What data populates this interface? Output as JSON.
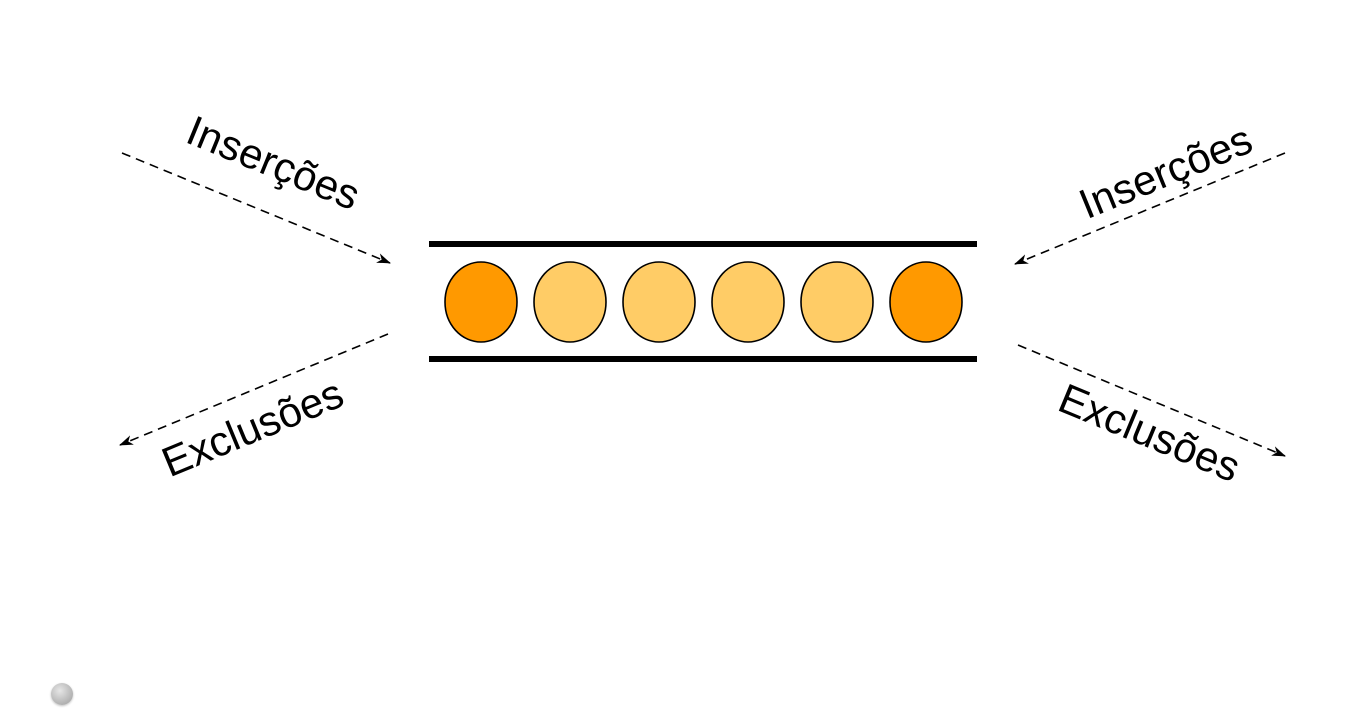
{
  "labels": {
    "left_insert": "Inserções",
    "left_delete": "Exclusões",
    "right_insert": "Inserções",
    "right_delete": "Exclusões"
  },
  "elements": [
    {
      "kind": "end"
    },
    {
      "kind": "middle"
    },
    {
      "kind": "middle"
    },
    {
      "kind": "middle"
    },
    {
      "kind": "middle"
    },
    {
      "kind": "end"
    }
  ],
  "colors": {
    "end": "#ff9900",
    "middle": "#ffcc66",
    "rail": "#000000",
    "arrow": "#000000",
    "nav_dot": "#bdbdbd"
  }
}
